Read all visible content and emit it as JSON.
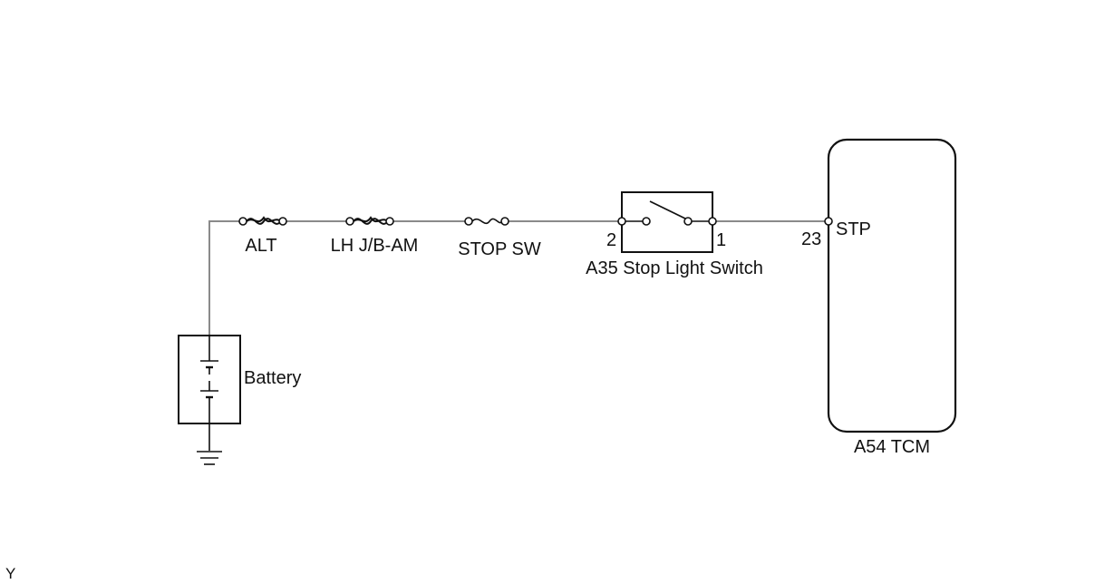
{
  "fuses": [
    {
      "label": "ALT"
    },
    {
      "label": "LH J/B-AM"
    },
    {
      "label": "STOP SW"
    }
  ],
  "battery": {
    "label": "Battery"
  },
  "switch": {
    "name": "A35 Stop Light Switch",
    "pin_left": "2",
    "pin_right": "1"
  },
  "tcm": {
    "name": "A54 TCM",
    "pin_number": "23",
    "pin_label": "STP"
  },
  "footer": {
    "code": "Y"
  }
}
